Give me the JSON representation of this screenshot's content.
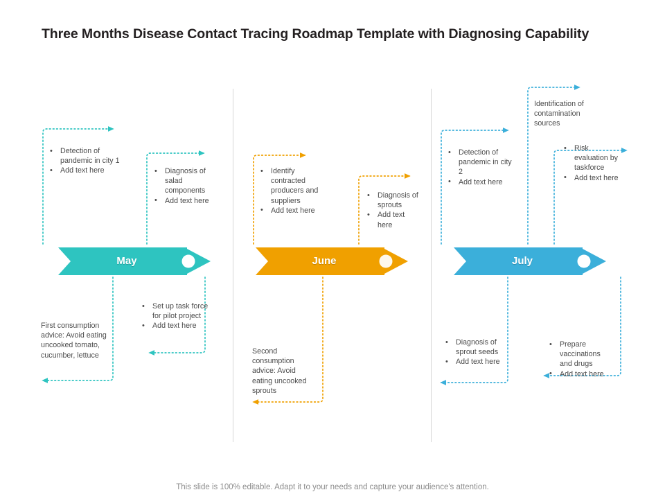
{
  "slide": {
    "title": "Three Months Disease Contact Tracing Roadmap Template with Diagnosing Capability",
    "footer": "This slide is 100% editable. Adapt it to your needs and capture your audience's attention.",
    "background": "#ffffff",
    "divider_color": "#d6d6d6"
  },
  "colors": {
    "may": "#2ec4c0",
    "june": "#f0a000",
    "july": "#3bafda",
    "text": "#4b4b4b",
    "title": "#231f20",
    "footer": "#8d8d8d"
  },
  "milestones": [
    {
      "label": "May",
      "color": "#2ec4c0"
    },
    {
      "label": "June",
      "color": "#f0a000"
    },
    {
      "label": "July",
      "color": "#3bafda"
    }
  ],
  "notes": {
    "may_above_1": {
      "items": [
        "Detection of pandemic in city 1",
        "Add text here"
      ]
    },
    "may_above_2": {
      "items": [
        "Diagnosis of salad components",
        "Add text here"
      ]
    },
    "may_below_1": {
      "text": "First consumption advice: Avoid eating uncooked tomato,  cucumber, lettuce"
    },
    "may_below_2": {
      "items": [
        "Set up task force for pilot project",
        "Add text here"
      ]
    },
    "june_above_1": {
      "items": [
        "Identify contracted producers and suppliers",
        "Add text here"
      ]
    },
    "june_above_2": {
      "items": [
        "Diagnosis of sprouts",
        "Add text here"
      ]
    },
    "june_below_1": {
      "text": "Second consumption advice: Avoid eating uncooked sprouts"
    },
    "july_above_1": {
      "items": [
        "Detection of pandemic in city 2",
        "Add text here"
      ]
    },
    "july_above_2": {
      "text": "Identification of contamination sources"
    },
    "july_above_3": {
      "items": [
        "Risk evaluation by taskforce",
        "Add text here"
      ]
    },
    "july_below_1": {
      "items": [
        "Diagnosis of sprout seeds",
        "Add text here"
      ]
    },
    "july_below_2": {
      "items": [
        "Prepare vaccinations and drugs",
        "Add text here"
      ]
    }
  }
}
